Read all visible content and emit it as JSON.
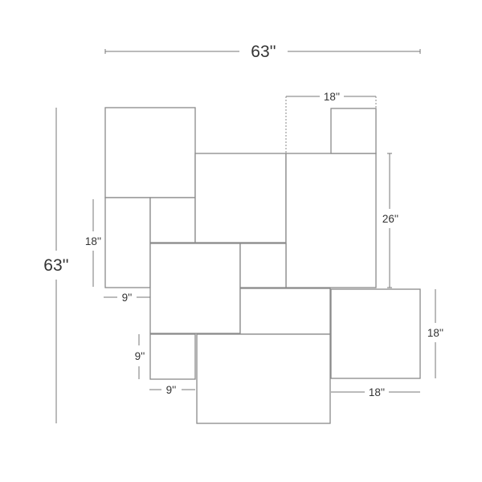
{
  "diagram": {
    "total_width_label": "63''",
    "total_height_label": "63''",
    "dimensions": {
      "top_tile_width": "18''",
      "right_tile_height": "26''",
      "left_tile_height": "18''",
      "left_tile_width": "9''",
      "small_tile_height": "9''",
      "small_tile_width": "9''",
      "bottom_tile_width": "18''",
      "right_lower_tile_height": "18''"
    }
  }
}
